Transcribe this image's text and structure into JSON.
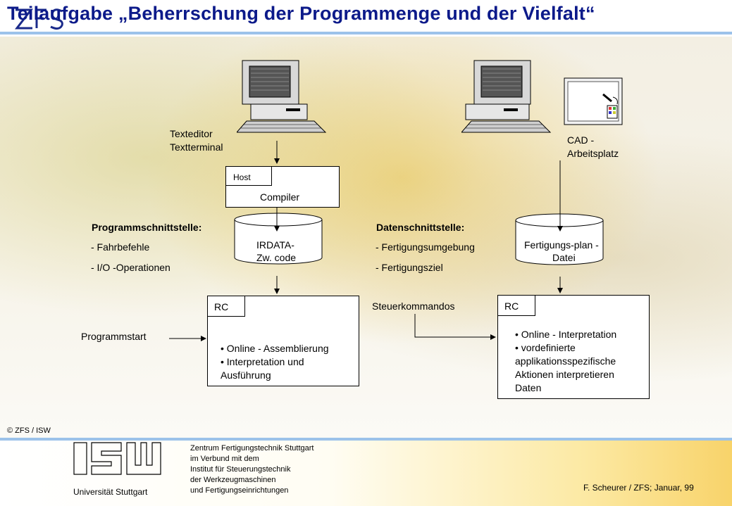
{
  "header": {
    "title": "Teilaufgabe „Beherrschung der Programmenge und der Vielfalt“"
  },
  "left_station": {
    "terminal_label_line1": "Texteditor",
    "terminal_label_line2": "Textterminal",
    "host_tag": "Host",
    "compiler_label": "Compiler",
    "storage_line1": "IRDATA-",
    "storage_line2": "Zw. code"
  },
  "right_station": {
    "cad_label_line1": "CAD -",
    "cad_label_line2": "Arbeitsplatz",
    "storage_line1": "Fertigungs-plan -",
    "storage_line2": "Datei"
  },
  "program_interface": {
    "heading": "Programmschnittstelle:",
    "items": [
      "- Fahrbefehle",
      "- I/O -Operationen"
    ]
  },
  "data_interface": {
    "heading": "Datenschnittstelle:",
    "items": [
      "- Fertigungsumgebung",
      "- Fertigungsziel"
    ]
  },
  "rc_left": {
    "tag": "RC",
    "input_label": "Programmstart",
    "bullets": [
      "• Online - Assemblierung",
      "• Interpretation und",
      "Ausführung"
    ]
  },
  "rc_right": {
    "tag": "RC",
    "input_label": "Steuerkommandos",
    "bullets": [
      "• Online - Interpretation",
      "• vordefinierte",
      "applikationsspezifische",
      "Aktionen interpretieren",
      "Daten"
    ]
  },
  "footer": {
    "copyright": "© ZFS / ISW",
    "university": "Universität Stuttgart",
    "institute_lines": [
      "Zentrum Fertigungstechnik Stuttgart",
      "im Verbund mit dem",
      "Institut für Steuerungstechnik",
      "der Werkzeugmaschinen",
      "und Fertigungseinrichtungen"
    ],
    "author_date": "F. Scheurer / ZFS; Januar, 99"
  },
  "colors": {
    "title": "#0c1a8a",
    "rule": "#9cc2ea",
    "logo_blue": "#1a2a8a"
  }
}
